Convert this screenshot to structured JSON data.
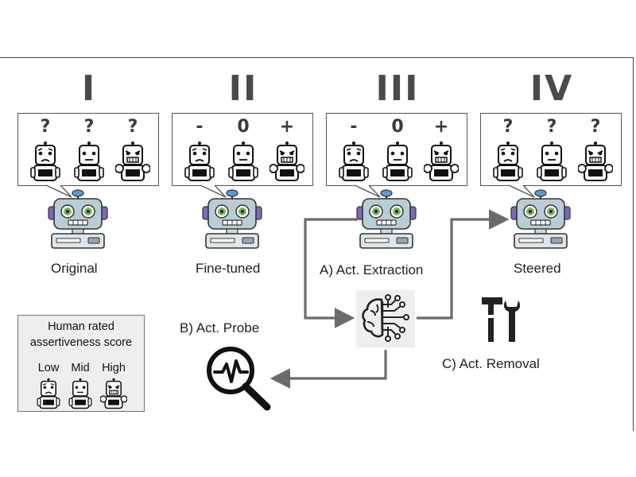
{
  "stages": [
    {
      "numeral": "I",
      "symbols": [
        "?",
        "?",
        "?"
      ],
      "caption": "Original"
    },
    {
      "numeral": "II",
      "symbols": [
        "-",
        "0",
        "+"
      ],
      "caption": "Fine-tuned"
    },
    {
      "numeral": "III",
      "symbols": [
        "-",
        "0",
        "+"
      ],
      "caption": ""
    },
    {
      "numeral": "IV",
      "symbols": [
        "?",
        "?",
        "?"
      ],
      "caption": "Steered"
    }
  ],
  "steps": {
    "extraction": "A) Act. Extraction",
    "probe": "B) Act. Probe",
    "removal": "C) Act. Removal"
  },
  "legend": {
    "title_line1": "Human rated",
    "title_line2": "assertiveness score",
    "levels": [
      "Low",
      "Mid",
      "High"
    ]
  },
  "colors": {
    "robot_face": "#b9cdd6",
    "robot_eye": "#7bb661",
    "robot_antenna": "#5b9bd5",
    "robot_ear": "#7a6bb5",
    "arrow": "#6b6b6b",
    "numeral": "#4a4a4a"
  },
  "icons": {
    "brain": "neural-brain-icon",
    "probe": "magnifier-waveform-icon",
    "removal": "hammer-wrench-icon"
  }
}
